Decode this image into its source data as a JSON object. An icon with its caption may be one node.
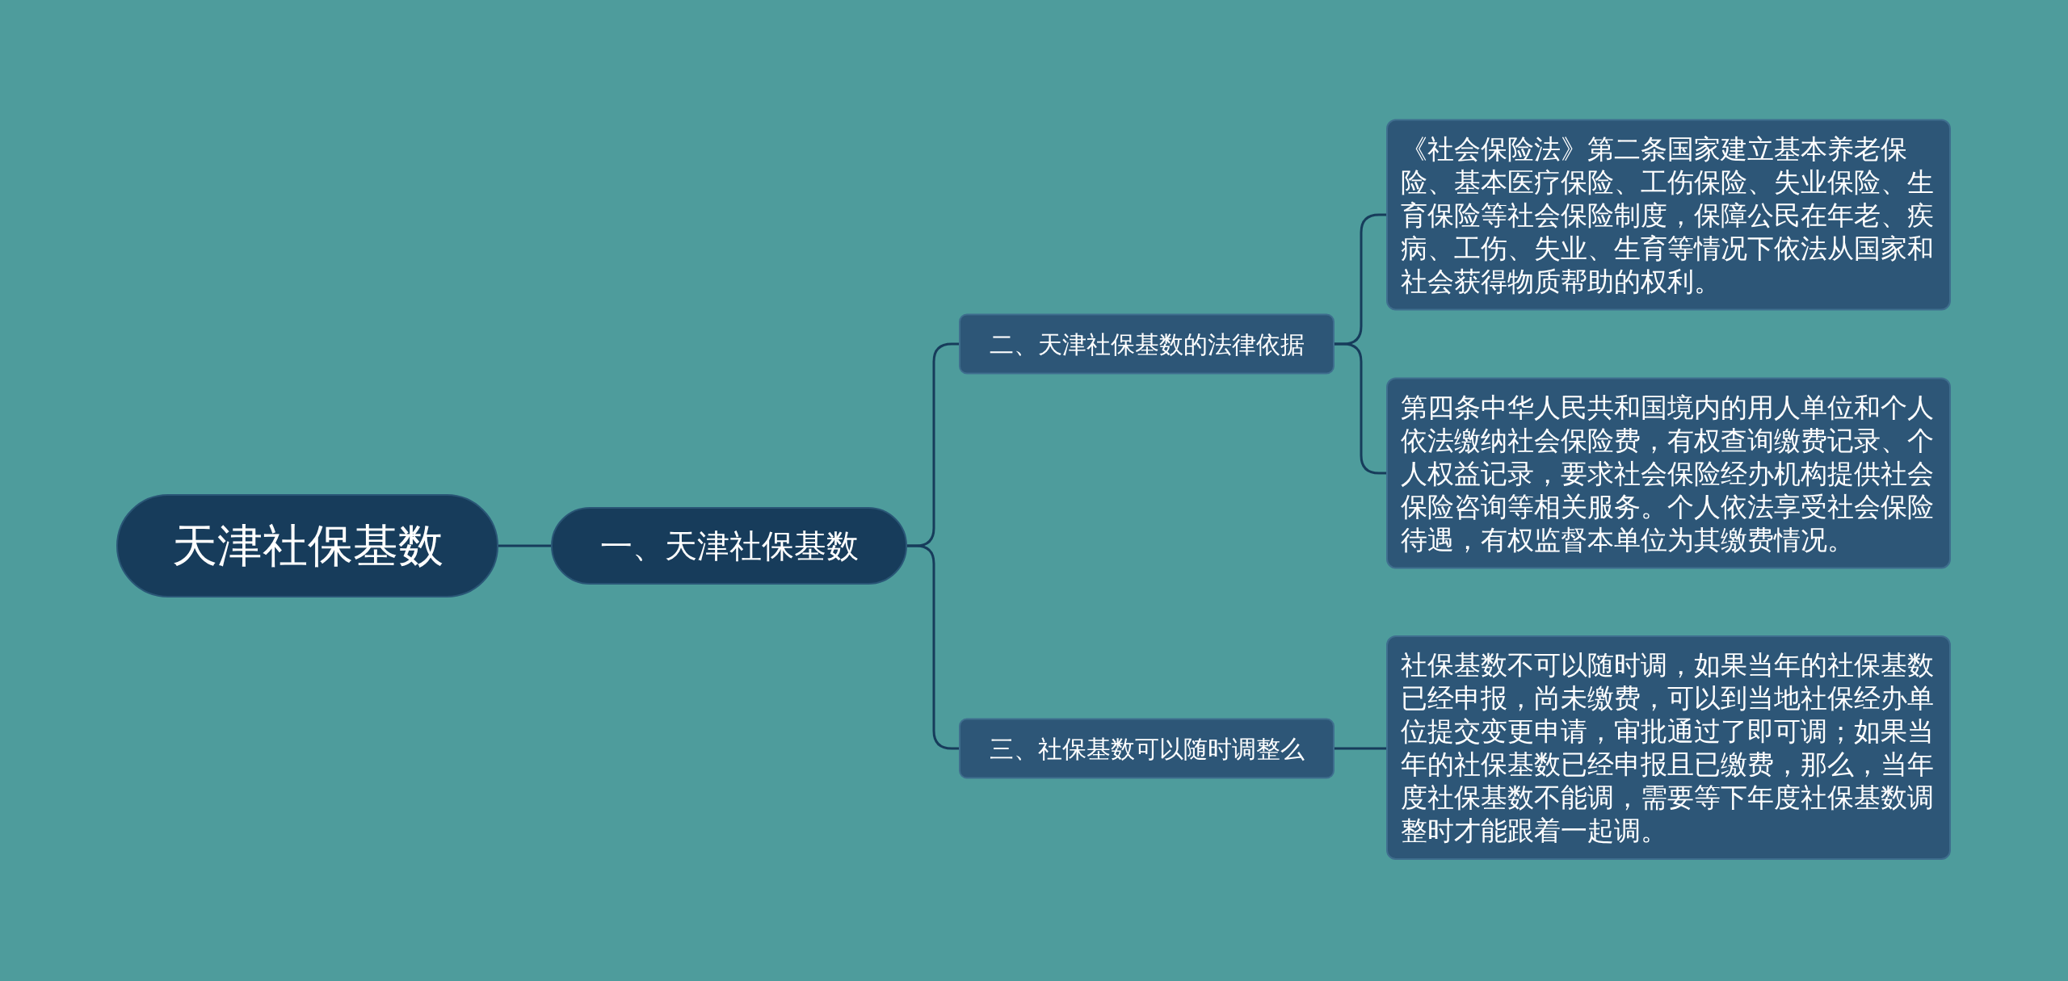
{
  "diagram": {
    "nodes": [
      {
        "text": [
          "天津社保基数"
        ]
      },
      {
        "text": [
          "一、天津社保基数"
        ]
      },
      {
        "text": [
          "二、天津社保基数的法律依据"
        ]
      },
      {
        "text": [
          "三、社保基数可以随时调整么"
        ]
      },
      {
        "text": [
          "《社会保险法》第二条国家建立基本养老保险、基本医疗保险、工伤保险、失业保险、生育保险等社会保险制度，保障公民在年老、疾病、工伤、失业、生育等情况下依法从国家和社会获得物质帮助的权利。"
        ]
      },
      {
        "text": [
          "第四条中华人民共和国境内的用人单位和个人依法缴纳社会保险费，有权查询缴费记录、个人权益记录，要求社会保险经办机构提供社会保险咨询等相关服务。个人依法享受社会保险待遇，有权监督本单位为其缴费情况。"
        ]
      },
      {
        "text": [
          "社保基数不可以随时调，如果当年的社保基数已经申报，尚未缴费，可以到当地社保经办单位提交变更申请，审批通过了即可调；如果当年的社保基数已经申报且已缴费，那么，当年度社保基数不能调，需要等下年度社保基数调整时才能跟着一起调。"
        ]
      }
    ],
    "edges": [
      {
        "from": 0,
        "to": 1,
        "arrow": "none"
      },
      {
        "from": 1,
        "to": 2,
        "arrow": "none"
      },
      {
        "from": 1,
        "to": 3,
        "arrow": "none"
      },
      {
        "from": 2,
        "to": 4,
        "arrow": "none"
      },
      {
        "from": 2,
        "to": 5,
        "arrow": "none"
      },
      {
        "from": 3,
        "to": 6,
        "arrow": "none"
      }
    ]
  }
}
